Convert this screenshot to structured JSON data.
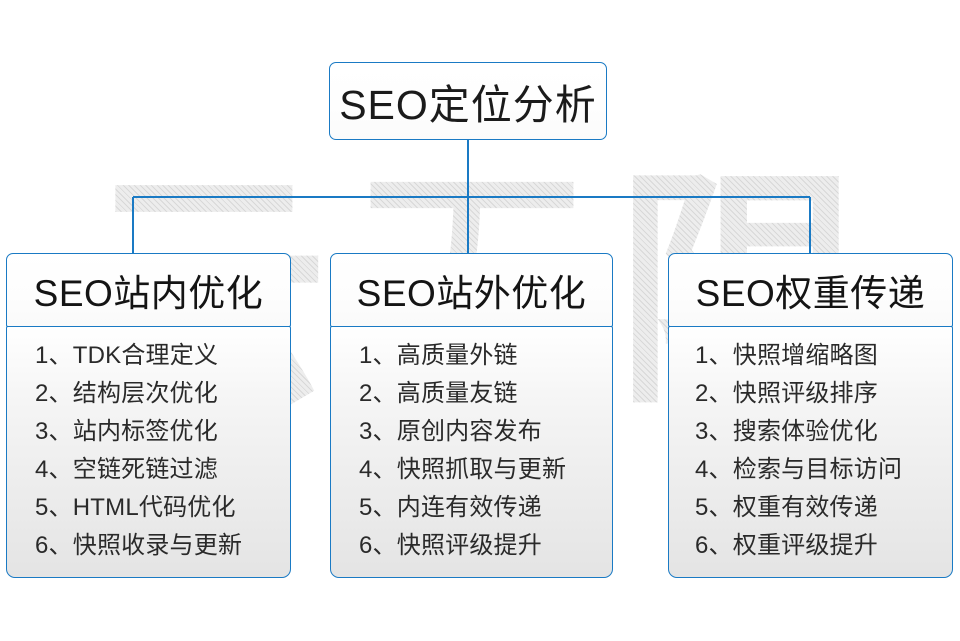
{
  "watermark": {
    "text": "云无限"
  },
  "diagram": {
    "root": {
      "label": "SEO定位分析"
    },
    "branches": [
      {
        "header": "SEO站内优化",
        "items": [
          {
            "index": "1、",
            "text": "TDK合理定义"
          },
          {
            "index": "2、",
            "text": "结构层次优化"
          },
          {
            "index": "3、",
            "text": "站内标签优化"
          },
          {
            "index": "4、",
            "text": "空链死链过滤"
          },
          {
            "index": "5、",
            "text": "HTML代码优化"
          },
          {
            "index": "6、",
            "text": "快照收录与更新"
          }
        ]
      },
      {
        "header": "SEO站外优化",
        "items": [
          {
            "index": "1、",
            "text": "高质量外链"
          },
          {
            "index": "2、",
            "text": "高质量友链"
          },
          {
            "index": "3、",
            "text": "原创内容发布"
          },
          {
            "index": "4、",
            "text": "快照抓取与更新"
          },
          {
            "index": "5、",
            "text": "内连有效传递"
          },
          {
            "index": "6、",
            "text": "快照评级提升"
          }
        ]
      },
      {
        "header": "SEO权重传递",
        "items": [
          {
            "index": "1、",
            "text": "快照增缩略图"
          },
          {
            "index": "2、",
            "text": "快照评级排序"
          },
          {
            "index": "3、",
            "text": "搜索体验优化"
          },
          {
            "index": "4、",
            "text": "检索与目标访问"
          },
          {
            "index": "5、",
            "text": "权重有效传递"
          },
          {
            "index": "6、",
            "text": "权重评级提升"
          }
        ]
      }
    ]
  },
  "colors": {
    "border_blue": "#1a7ac4",
    "connector_blue": "#1a7ac4",
    "text_dark": "#1b1b1b",
    "body_text": "#2a2a2a",
    "watermark_gray": "#ededed",
    "background": "#ffffff"
  }
}
